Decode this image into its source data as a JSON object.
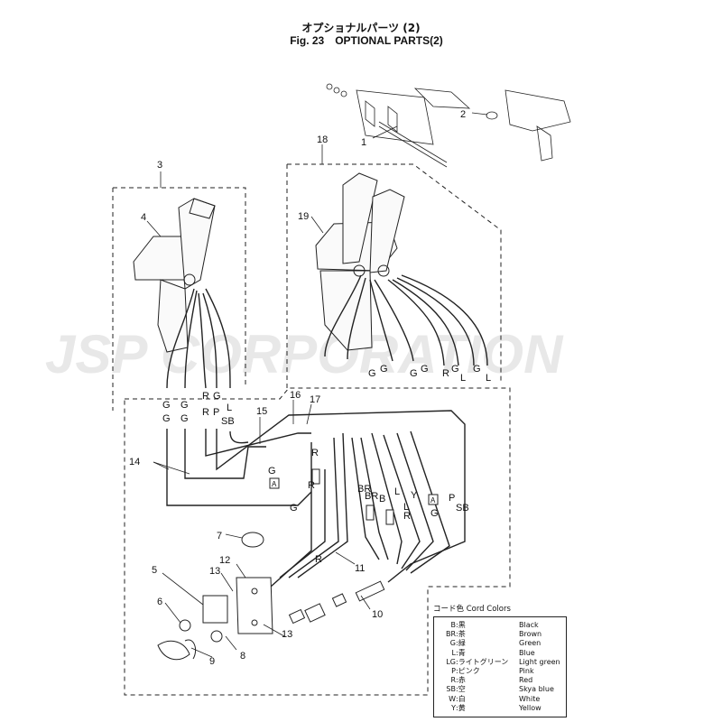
{
  "header": {
    "title_jp": "オプショナルパーツ (2)",
    "fig_label": "Fig. 23",
    "title_en": "OPTIONAL PARTS(2)"
  },
  "watermark": "JSP CORPORATION",
  "callouts": {
    "c1": "1",
    "c2": "2",
    "c3": "3",
    "c4": "4",
    "c5": "5",
    "c6": "6",
    "c7": "7",
    "c8": "8",
    "c9": "9",
    "c10": "10",
    "c11": "11",
    "c12": "12",
    "c13a": "13",
    "c13b": "13",
    "c14": "14",
    "c15": "15",
    "c16": "16",
    "c17": "17",
    "c18": "18",
    "c19": "19"
  },
  "wire_labels": {
    "left_G1": "G",
    "left_G2": "G",
    "left_G3": "G",
    "left_G4": "G",
    "left_R1": "R",
    "left_R2": "R",
    "left_G5": "G",
    "left_P": "P",
    "left_L": "L",
    "left_SB": "SB",
    "right_G1": "G",
    "right_G2": "G",
    "right_G3": "G",
    "right_G4": "G",
    "right_R": "R",
    "right_G5": "G",
    "right_L1": "L",
    "right_G6": "G",
    "right_L2": "L",
    "mid_G1": "G",
    "mid_R1": "R",
    "mid_R2": "R",
    "mid_G2": "G",
    "mid_R3": "R",
    "harness_BR1": "BR",
    "harness_BR2": "BR",
    "harness_B": "B",
    "harness_L": "L",
    "harness_Y": "Y",
    "harness_L2": "L",
    "harness_R": "R",
    "harness_G": "G",
    "harness_P": "P",
    "harness_SB": "SB",
    "box_A1": "A",
    "box_A2": "A"
  },
  "legend": {
    "title": "コード色 Cord Colors",
    "rows": [
      {
        "code": "B",
        "jp": ":黒",
        "en": "Black"
      },
      {
        "code": "BR",
        "jp": ":茶",
        "en": "Brown"
      },
      {
        "code": "G",
        "jp": ":緑",
        "en": "Green"
      },
      {
        "code": "L",
        "jp": ":青",
        "en": "Blue"
      },
      {
        "code": "LG",
        "jp": ":ライトグリーン",
        "en": "Light green"
      },
      {
        "code": "P",
        "jp": ":ピンク",
        "en": "Pink"
      },
      {
        "code": "R",
        "jp": ":赤",
        "en": "Red"
      },
      {
        "code": "SB",
        "jp": ":空",
        "en": "Skya blue"
      },
      {
        "code": "W",
        "jp": ":白",
        "en": "White"
      },
      {
        "code": "Y",
        "jp": ":黄",
        "en": "Yellow"
      }
    ]
  }
}
